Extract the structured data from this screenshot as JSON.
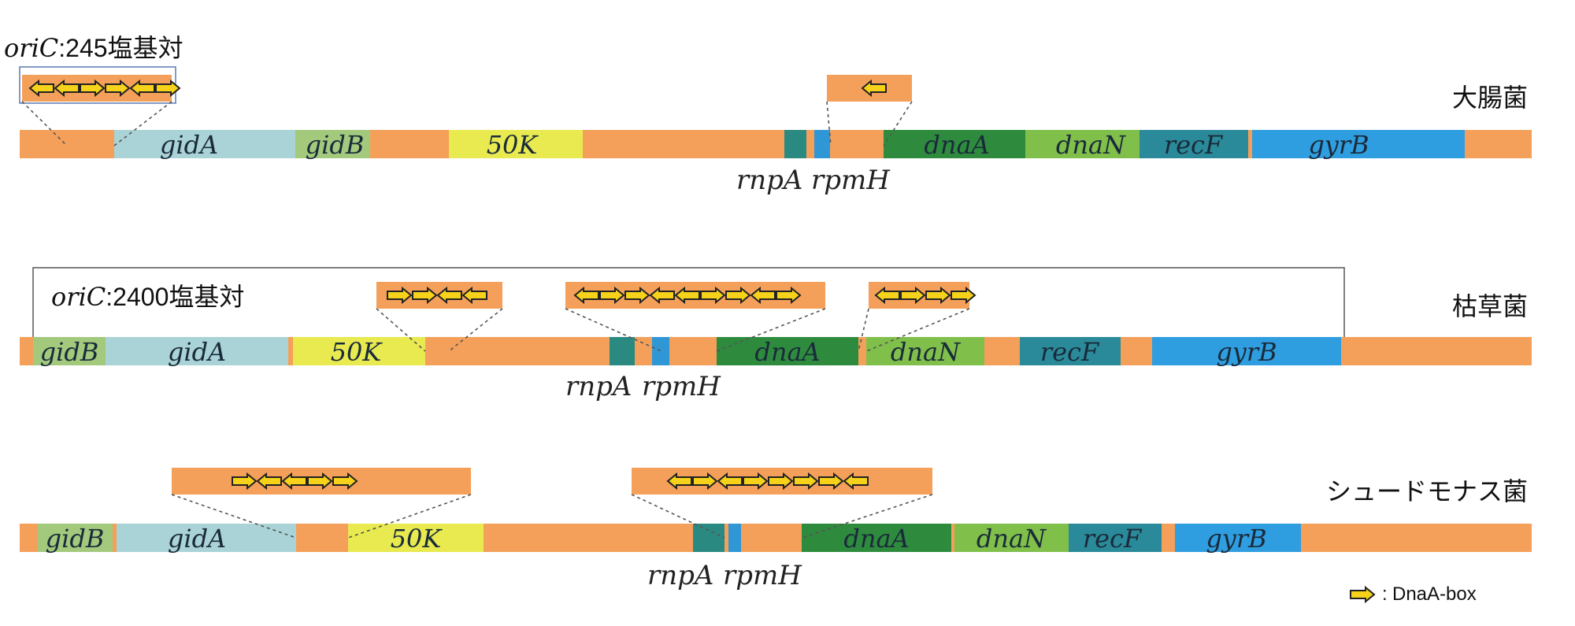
{
  "colors": {
    "intergenic": "#f4a05a",
    "gidA": "#a9d3d6",
    "gidB": "#a3c97c",
    "50K": "#e8ea50",
    "rnpA": "#2a8a82",
    "rpmH": "#2f97d6",
    "dnaA": "#2e8b3e",
    "dnaN": "#7fbf4a",
    "recF": "#2a8a99",
    "gyrB": "#2f9ee0",
    "dnaa_box": "#f6d21a"
  },
  "rows": [
    {
      "organism": "大腸菌",
      "oric_prefix": "oriC",
      "oric_text": ":245塩基対",
      "genes": [
        {
          "name": "gidA",
          "color": "gidA"
        },
        {
          "name": "gidB",
          "color": "gidB"
        },
        {
          "name": "50K",
          "color": "50K"
        },
        {
          "name": "dnaA",
          "color": "dnaA"
        },
        {
          "name": "dnaN",
          "color": "dnaN"
        },
        {
          "name": "recF",
          "color": "recF"
        },
        {
          "name": "gyrB",
          "color": "gyrB"
        }
      ],
      "sub_labels": [
        "rnpA",
        "rpmH"
      ],
      "boxes": [
        {
          "arrows": [
            "L",
            "L",
            "R",
            "R",
            "L",
            "R"
          ]
        },
        {
          "arrows": [
            "L"
          ]
        }
      ]
    },
    {
      "organism": "枯草菌",
      "oric_prefix": "oriC",
      "oric_text": ":2400塩基対",
      "genes": [
        {
          "name": "gidB",
          "color": "gidB"
        },
        {
          "name": "gidA",
          "color": "gidA"
        },
        {
          "name": "50K",
          "color": "50K"
        },
        {
          "name": "dnaA",
          "color": "dnaA"
        },
        {
          "name": "dnaN",
          "color": "dnaN"
        },
        {
          "name": "recF",
          "color": "recF"
        },
        {
          "name": "gyrB",
          "color": "gyrB"
        }
      ],
      "sub_labels": [
        "rnpA",
        "rpmH"
      ],
      "boxes": [
        {
          "arrows": [
            "R",
            "R",
            "L",
            "L"
          ]
        },
        {
          "arrows": [
            "L",
            "R",
            "R",
            "L",
            "L",
            "R",
            "R",
            "L",
            "R"
          ]
        },
        {
          "arrows": [
            "L",
            "R",
            "R",
            "R"
          ]
        }
      ]
    },
    {
      "organism": "シュードモナス菌",
      "genes": [
        {
          "name": "gidB",
          "color": "gidB"
        },
        {
          "name": "gidA",
          "color": "gidA"
        },
        {
          "name": "50K",
          "color": "50K"
        },
        {
          "name": "dnaA",
          "color": "dnaA"
        },
        {
          "name": "dnaN",
          "color": "dnaN"
        },
        {
          "name": "recF",
          "color": "recF"
        },
        {
          "name": "gyrB",
          "color": "gyrB"
        }
      ],
      "sub_labels": [
        "rnpA",
        "rpmH"
      ],
      "boxes": [
        {
          "arrows": [
            "R",
            "L",
            "L",
            "R",
            "R"
          ]
        },
        {
          "arrows": [
            "L",
            "R",
            "L",
            "R",
            "R",
            "R",
            "R",
            "L"
          ]
        }
      ]
    }
  ],
  "legend": {
    "arrow_direction": "R",
    "text": "DnaA-box"
  }
}
